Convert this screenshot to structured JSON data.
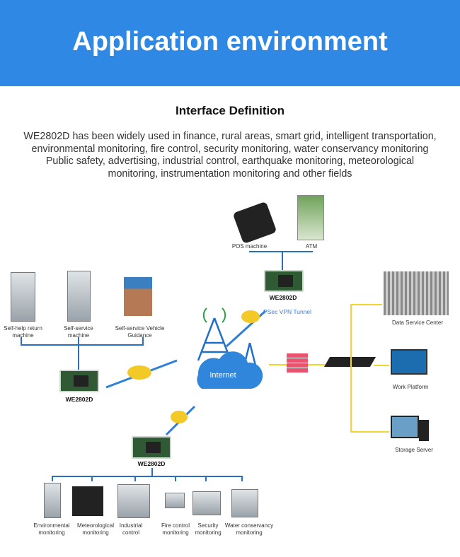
{
  "banner": {
    "title": "Application environment"
  },
  "section": {
    "heading": "Interface Definition",
    "lines": [
      "WE2802D has been widely used in finance, rural areas, smart grid, intelligent transportation,",
      "environmental monitoring, fire control, security monitoring, water conservancy monitoring",
      "Public safety, advertising, industrial control, earthquake monitoring, meteorological",
      "monitoring, instrumentation monitoring and other fields"
    ]
  },
  "diagram": {
    "top_devices": [
      "POS machine",
      "ATM"
    ],
    "module_label": "WE2802D",
    "vpn_label": "PSec VPN Tunnel",
    "internet_label": "Internet",
    "left_devices": [
      [
        "Self-help return",
        "machine"
      ],
      [
        "Self-service",
        "machine"
      ],
      [
        "Self-service Vehicle",
        "Guidance"
      ]
    ],
    "right_devices": [
      "Data Service Center",
      "Work Platform",
      "Storage Server"
    ],
    "bottom_devices": [
      [
        "Environmental",
        "monitoring"
      ],
      [
        "Meteorological",
        "monitoring"
      ],
      [
        "Industrial",
        "control"
      ],
      [
        "Fire control",
        "monitoring"
      ],
      [
        "Security",
        "monitoring"
      ],
      [
        "Water conservancy",
        "monitoring"
      ]
    ]
  }
}
